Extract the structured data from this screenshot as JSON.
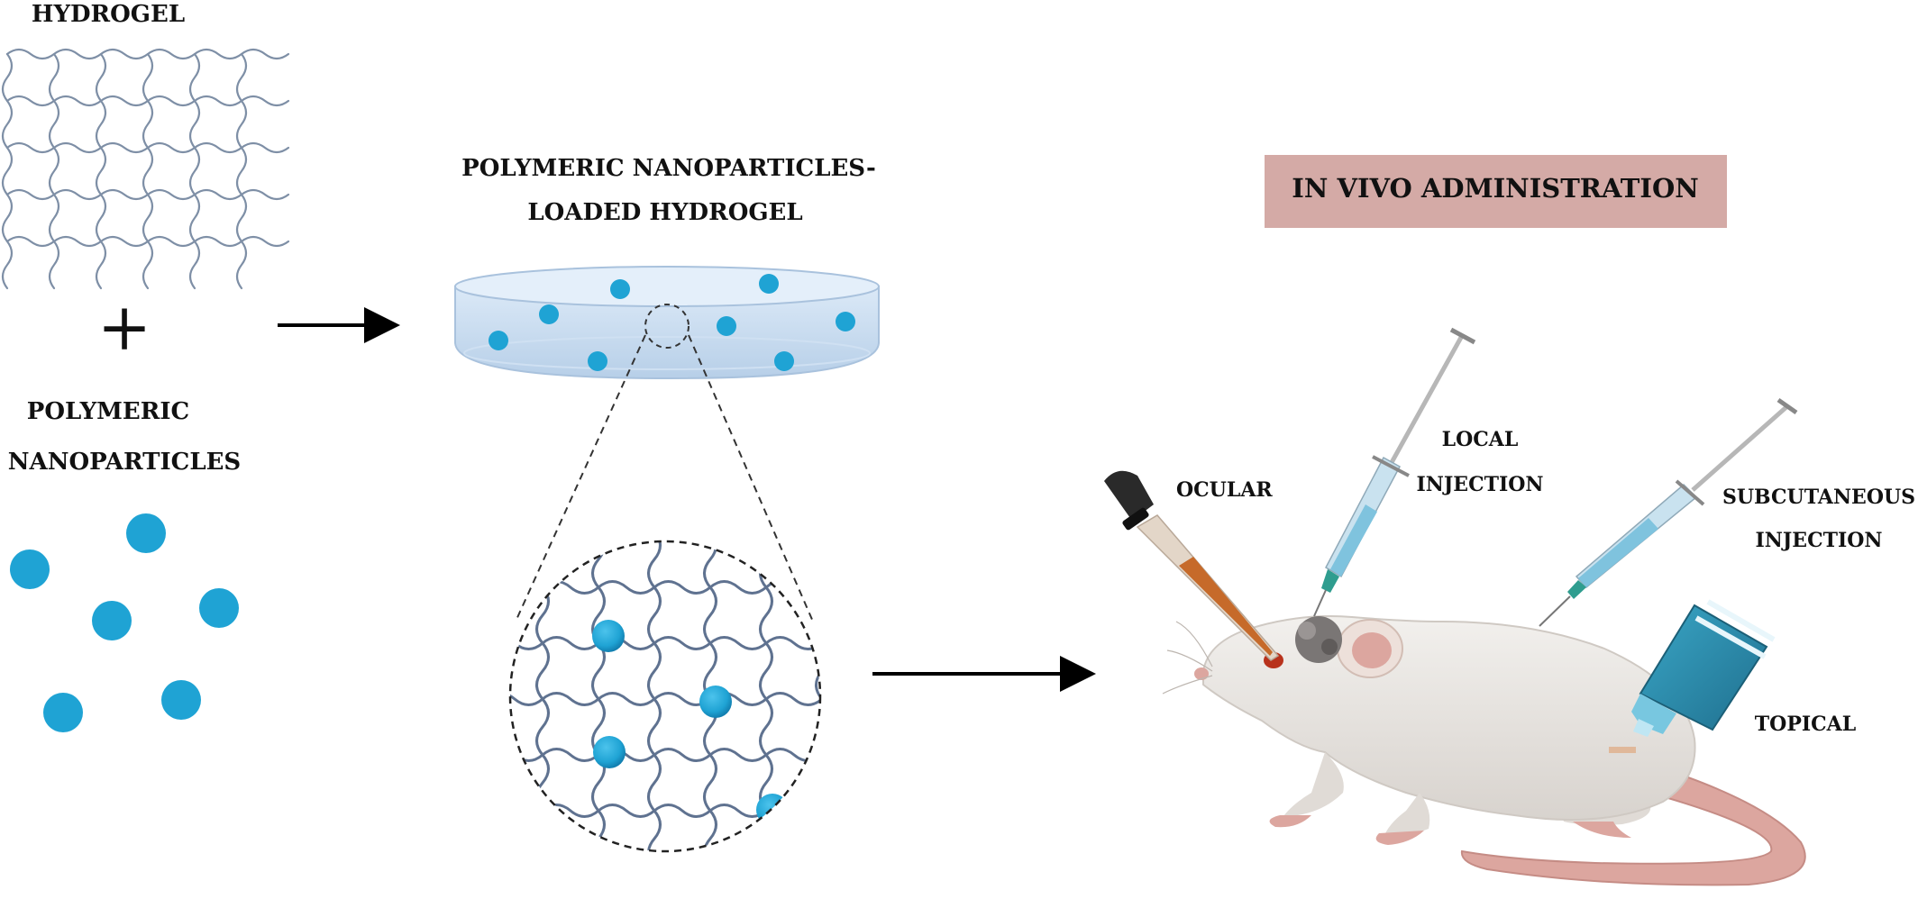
{
  "labels": {
    "hydrogel": "HYDROGEL",
    "plus": "+",
    "polymeric": "POLYMERIC",
    "nanoparticles": "NANOPARTICLES",
    "loaded_line1": "POLYMERIC NANOPARTICLES-",
    "loaded_line2": "LOADED HYDROGEL",
    "in_vivo": "IN VIVO ADMINISTRATION",
    "ocular": "OCULAR",
    "local_line1": "LOCAL",
    "local_line2": "INJECTION",
    "subcut_line1": "SUBCUTANEOUS",
    "subcut_line2": "INJECTION",
    "topical": "TOPICAL"
  },
  "colors": {
    "nanoparticle": "#1fa3d4",
    "mesh": "#7e8fa6",
    "banner": "#d4aaa6",
    "mouse_body": "#ebe8e5",
    "tail": "#dca69f",
    "dish": "#c7dcf0",
    "topical_tube": "#2f8fae",
    "dropper_liquid": "#c66a2a"
  },
  "icons": {
    "dropper": "dropper-icon",
    "syringe": "syringe-icon",
    "tube": "ointment-tube-icon",
    "mouse": "mouse-icon"
  }
}
